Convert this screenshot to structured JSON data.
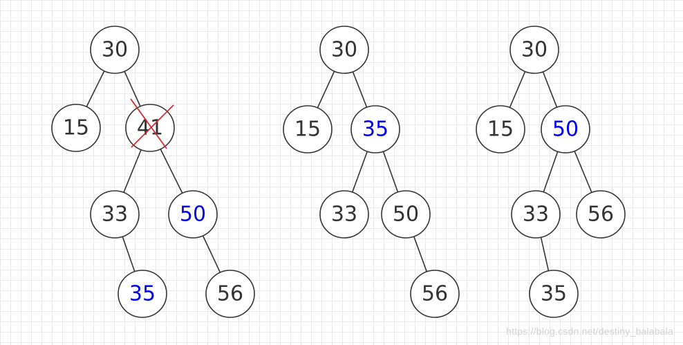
{
  "trees": [
    {
      "nodes": [
        {
          "id": "a30",
          "value": "30",
          "color": "#333333"
        },
        {
          "id": "a15",
          "value": "15",
          "color": "#333333"
        },
        {
          "id": "a41",
          "value": "41",
          "color": "#333333",
          "crossed": true
        },
        {
          "id": "a33",
          "value": "33",
          "color": "#333333"
        },
        {
          "id": "a50",
          "value": "50",
          "color": "#0000ee"
        },
        {
          "id": "a35",
          "value": "35",
          "color": "#0000ee"
        },
        {
          "id": "a56",
          "value": "56",
          "color": "#333333"
        }
      ],
      "edges": [
        [
          "a30",
          "a15"
        ],
        [
          "a30",
          "a41"
        ],
        [
          "a41",
          "a33"
        ],
        [
          "a41",
          "a50"
        ],
        [
          "a33",
          "a35"
        ],
        [
          "a50",
          "a56"
        ]
      ]
    },
    {
      "nodes": [
        {
          "id": "b30",
          "value": "30",
          "color": "#333333"
        },
        {
          "id": "b15",
          "value": "15",
          "color": "#333333"
        },
        {
          "id": "b35",
          "value": "35",
          "color": "#0000ee"
        },
        {
          "id": "b33",
          "value": "33",
          "color": "#333333"
        },
        {
          "id": "b50",
          "value": "50",
          "color": "#333333"
        },
        {
          "id": "b56",
          "value": "56",
          "color": "#333333"
        }
      ],
      "edges": [
        [
          "b30",
          "b15"
        ],
        [
          "b30",
          "b35"
        ],
        [
          "b35",
          "b33"
        ],
        [
          "b35",
          "b50"
        ],
        [
          "b50",
          "b56"
        ]
      ]
    },
    {
      "nodes": [
        {
          "id": "c30",
          "value": "30",
          "color": "#333333"
        },
        {
          "id": "c15",
          "value": "15",
          "color": "#333333"
        },
        {
          "id": "c50",
          "value": "50",
          "color": "#0000ee"
        },
        {
          "id": "c33",
          "value": "33",
          "color": "#333333"
        },
        {
          "id": "c56",
          "value": "56",
          "color": "#333333"
        },
        {
          "id": "c35",
          "value": "35",
          "color": "#333333"
        }
      ],
      "edges": [
        [
          "c30",
          "c15"
        ],
        [
          "c30",
          "c50"
        ],
        [
          "c50",
          "c33"
        ],
        [
          "c50",
          "c56"
        ],
        [
          "c33",
          "c35"
        ]
      ]
    }
  ],
  "colors": {
    "stroke": "#333333",
    "highlight": "#0000ee",
    "cross": "#d9262c"
  },
  "watermark": "https://blog.csdn.net/destiny_balabala"
}
